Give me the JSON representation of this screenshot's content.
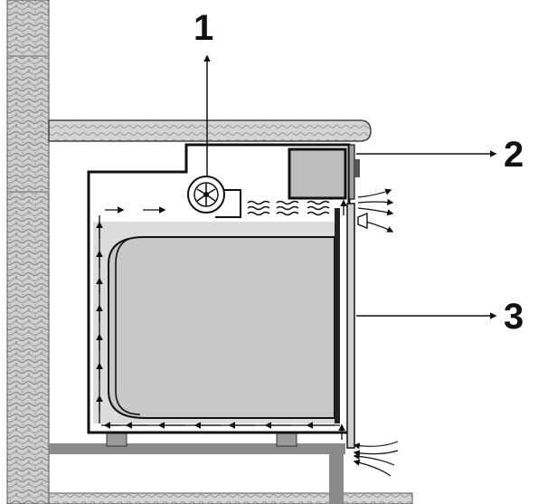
{
  "callouts": {
    "fan": "1",
    "vent": "2",
    "door": "3"
  },
  "colors": {
    "wall": "#c9c9c9",
    "wall_texture": "#8e8e8e",
    "oven_cavity": "#c8c8c8",
    "outline": "#111111",
    "cabinet_gray": "#8a8a8a"
  }
}
